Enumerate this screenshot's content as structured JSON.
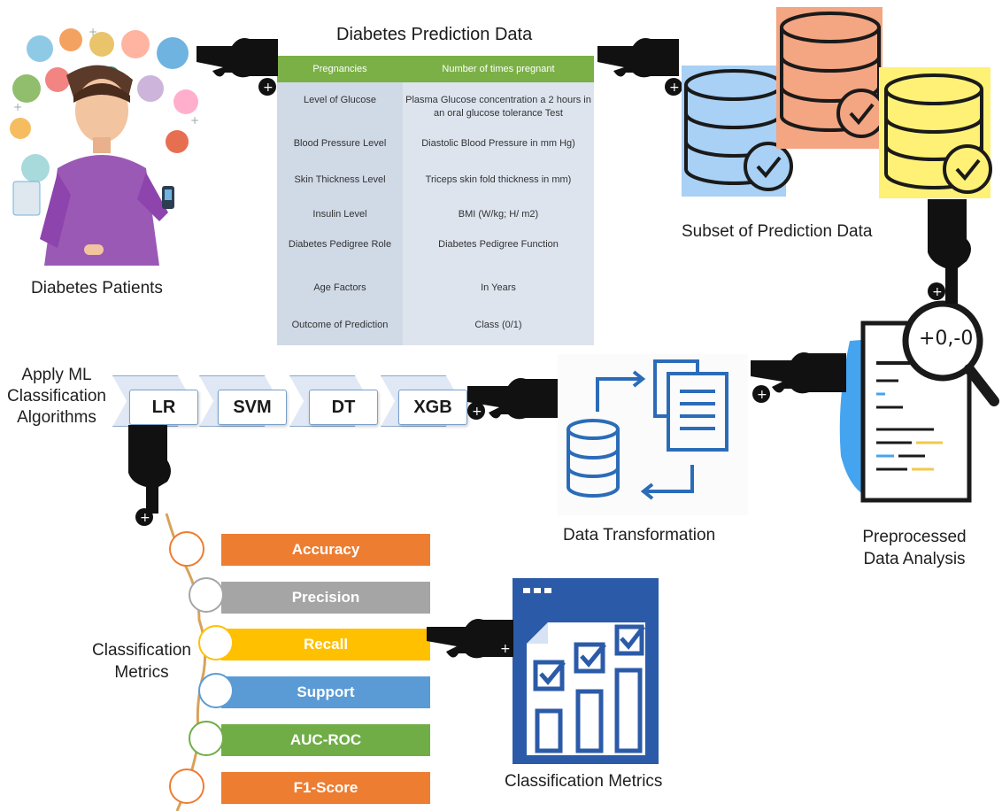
{
  "captions": {
    "patients": "Diabetes Patients",
    "subset": "Subset of Prediction Data",
    "apply_ml": "Apply ML Classification Algorithms",
    "transformation": "Data Transformation",
    "preprocessed": "Preprocessed Data Analysis",
    "class_metrics_left": "Classification Metrics",
    "class_metrics_bottom": "Classification Metrics"
  },
  "table": {
    "title": "Diabetes Prediction Data",
    "header": [
      "Pregnancies",
      "Number of times pregnant"
    ],
    "rows": [
      [
        "Level of Glucose",
        "Plasma Glucose concentration a 2 hours in an oral glucose tolerance Test"
      ],
      [
        "Blood Pressure Level",
        "Diastolic Blood Pressure in mm Hg)"
      ],
      [
        "Skin Thickness Level",
        "Triceps skin fold thickness in mm)"
      ],
      [
        "Insulin Level",
        "BMI (W/kg; H/ m2)"
      ],
      [
        "Diabetes Pedigree Role",
        "Diabetes Pedigree Function"
      ],
      [
        "Age Factors",
        "In Years"
      ],
      [
        "Outcome of Prediction",
        "Class (0/1)"
      ]
    ]
  },
  "algorithms": [
    "LR",
    "SVM",
    "DT",
    "XGB"
  ],
  "metrics": [
    {
      "label": "Accuracy",
      "color": "#ed7d31"
    },
    {
      "label": "Precision",
      "color": "#a5a5a5"
    },
    {
      "label": "Recall",
      "color": "#ffc000"
    },
    {
      "label": "Support",
      "color": "#5b9bd5"
    },
    {
      "label": "AUC-ROC",
      "color": "#70ad47"
    },
    {
      "label": "F1-Score",
      "color": "#ed7d31"
    }
  ],
  "magnifier_text": "+0,-0",
  "colors": {
    "db_blue": "#a9d0f5",
    "db_orange": "#f4a582",
    "db_yellow": "#fff176",
    "table_header": "#7bb047",
    "icon_blue": "#2b5ba8",
    "accent_blue": "#44a4f0"
  }
}
